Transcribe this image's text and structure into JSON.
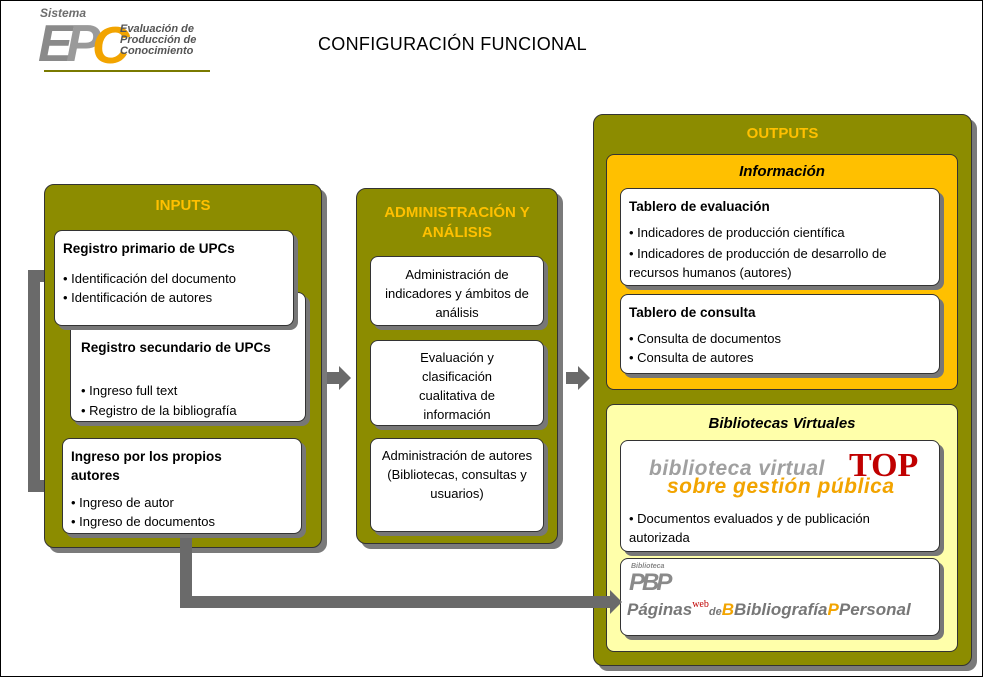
{
  "title": "CONFIGURACIÓN FUNCIONAL",
  "logo": {
    "sistema": "Sistema",
    "letters": [
      "E",
      "P",
      "C"
    ],
    "line1": "Evaluación de",
    "line2": "Producción de",
    "line3": "Conocimiento"
  },
  "inputs": {
    "title": "INPUTS",
    "box1": {
      "heading": "Registro primario de UPCs",
      "items": [
        "• Identificación del documento",
        "• Identificación de autores"
      ]
    },
    "box2": {
      "heading": "Registro secundario de UPCs",
      "items": [
        "• Ingreso full text",
        "• Registro de la bibliografía"
      ]
    },
    "box3": {
      "heading": "Ingreso por los propios autores",
      "items": [
        "• Ingreso de autor",
        "• Ingreso de documentos"
      ]
    }
  },
  "admin": {
    "title": "ADMINISTRACIÓN Y ANÁLISIS",
    "box1": "Administración de indicadores y ámbitos de análisis",
    "box2": "Evaluación y clasificación cualitativa de información",
    "box3": "Administración de autores (Bibliotecas, consultas y usuarios)"
  },
  "outputs": {
    "title": "OUTPUTS",
    "info": {
      "title": "Información",
      "tablero_eval": {
        "heading": "Tablero de evaluación",
        "items": [
          "• Indicadores de producción científica",
          "• Indicadores de producción de desarrollo de recursos humanos (autores)"
        ]
      },
      "tablero_consulta": {
        "heading": "Tablero de consulta",
        "items": [
          "• Consulta de documentos",
          "• Consulta de autores"
        ]
      }
    },
    "bib": {
      "title": "Bibliotecas Virtuales",
      "bvt_line1": "biblioteca virtual",
      "bvt_top": "TOP",
      "bvt_line2": "sobre gestión pública",
      "bvt_item": "• Documentos evaluados y de publicación autorizada",
      "pbp_small": "Biblioteca",
      "pbp_logo": "PBP",
      "pbp_paginas": "Páginas",
      "pbp_web": "web",
      "pbp_de": "de",
      "pbp_bib": "Bibliografía",
      "pbp_personal": "Personal"
    }
  },
  "colors": {
    "olive": "#8c8c00",
    "gold": "#ffc000",
    "pale": "#ffffaa",
    "gray": "#6a6a6a"
  }
}
